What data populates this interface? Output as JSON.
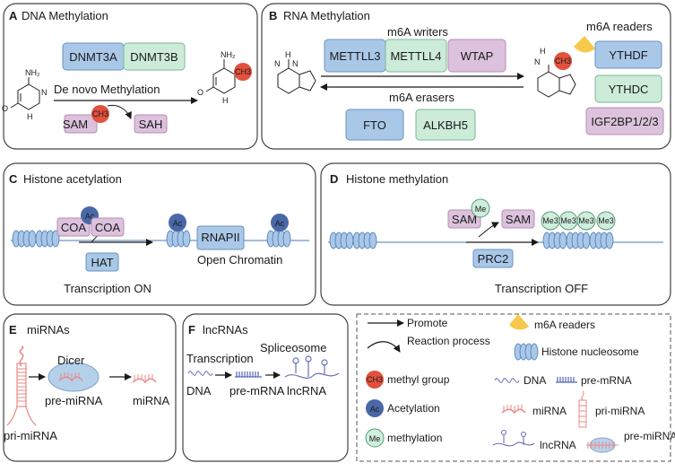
{
  "panels": {
    "A": {
      "letter": "A",
      "title": "DNA Methylation"
    },
    "B": {
      "letter": "B",
      "title": "RNA Methylation"
    },
    "C": {
      "letter": "C",
      "title": "Histone acetylation"
    },
    "D": {
      "letter": "D",
      "title": "Histone methylation"
    },
    "E": {
      "letter": "E",
      "title": "miRNAs"
    },
    "F": {
      "letter": "F",
      "title": "lncRNAs"
    }
  },
  "dna_methylation": {
    "enzymes": [
      "DNMT3A",
      "DNMT3B"
    ],
    "process": "De novo Methylation",
    "sam": "SAM",
    "sah": "SAH",
    "ch3": "CH3",
    "nh2": "NH₂",
    "n": "N",
    "h": "H",
    "o": "O"
  },
  "rna_methylation": {
    "writers_label": "m6A writers",
    "writers": [
      "METTLL3",
      "METTLL4",
      "WTAP"
    ],
    "erasers_label": "m6A erasers",
    "erasers": [
      "FTO",
      "ALKBH5"
    ],
    "readers_label": "m6A readers",
    "readers": [
      "YTHDF",
      "YTHDC",
      "IGF2BP1/2/3"
    ],
    "h": "H",
    "n": "N",
    "ch3": "CH3"
  },
  "histone_acetylation": {
    "coa": "COA",
    "ac": "Ac",
    "hat": "HAT",
    "rnapii": "RNAPII",
    "open_chromatin": "Open Chromatin",
    "status": "Transcription ON"
  },
  "histone_methylation": {
    "sam": "SAM",
    "me": "Me",
    "me3": "Me3",
    "prc2": "PRC2",
    "status": "Transcription OFF"
  },
  "mirnas": {
    "dicer": "Dicer",
    "pre": "pre-miRNA",
    "pri": "pri-miRNA",
    "mature": "miRNA"
  },
  "lncrnas": {
    "transcription": "Transcription",
    "spliceosome": "Spliceosome",
    "dna": "DNA",
    "pre_mrna": "pre-mRNA",
    "lncrna": "lncRNA"
  },
  "legend": {
    "promote": "Promote",
    "reaction": "Reaction process",
    "methyl_symbol": "CH3",
    "methyl": "methyl group",
    "ac_symbol": "Ac",
    "acetylation": "Acetylation",
    "me_symbol": "Me",
    "methylation": "methylation",
    "readers": "m6A readers",
    "histone": "Histone nucleosome",
    "dna": "DNA",
    "pre_mrna": "pre-mRNA",
    "mirna": "miRNA",
    "pri_mirna": "pri-miRNA",
    "lncrna": "lncRNA",
    "pre_mirna": "pre-miRNA"
  },
  "colors": {
    "blue_box": "#a9c8e8",
    "green_box": "#cdebd9",
    "purple_box": "#dcc2dc",
    "red": "#e2513e",
    "navy": "#4a68a8",
    "mint": "#cfeedd",
    "yellow": "#f6c94a",
    "pink": "#e88a86"
  }
}
